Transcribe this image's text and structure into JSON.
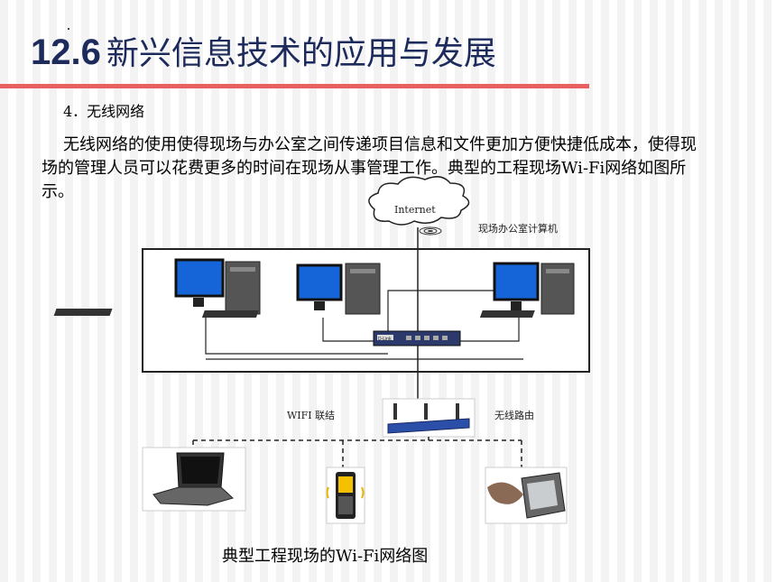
{
  "title": {
    "number": "12.6",
    "text": "新兴信息技术的应用与发展"
  },
  "section": {
    "heading": "4．无线网络"
  },
  "body": {
    "paragraph": "无线网络的使用使得现场与办公室之间传递项目信息和文件更加方便快捷低成本，使得现场的管理人员可以花费更多的时间在现场从事管理工作。典型的工程现场Wi-Fi网络如图所示。"
  },
  "diagram": {
    "internet_label": "Internet",
    "office_label": "现场办公室计算机",
    "wifi_label": "WIFI 联结",
    "router_label": "无线路由",
    "switch_brand": "D-Link"
  },
  "caption": "典型工程现场的Wi-Fi网络图",
  "colors": {
    "title": "#1c2b5c",
    "rule": "#e86060",
    "monitor": "#1565d8"
  }
}
